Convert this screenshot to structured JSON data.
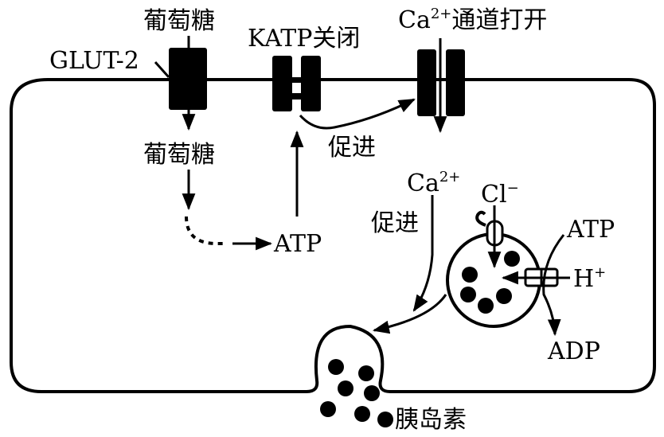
{
  "diagram": {
    "title": "胰岛B细胞分泌胰岛素机制示意图",
    "labels": {
      "glucose_outside": "葡萄糖",
      "glut2": "GLUT-2",
      "katp": "KATP关闭",
      "ca_channel_prefix": "Ca",
      "ca_channel_sup": "2+",
      "ca_channel_suffix": "通道打开",
      "promote_1": "促进",
      "glucose_inside": "葡萄糖",
      "atp_center": "ATP",
      "ca_inside_prefix": "Ca",
      "ca_inside_sup": "2+",
      "promote_2": "促进",
      "cl_prefix": "Cl",
      "cl_sup": "−",
      "atp_right": "ATP",
      "h_prefix": "H",
      "h_sup": "+",
      "adp": "ADP",
      "insulin": "胰岛素"
    },
    "colors": {
      "stroke": "#000000",
      "background": "#ffffff"
    }
  }
}
